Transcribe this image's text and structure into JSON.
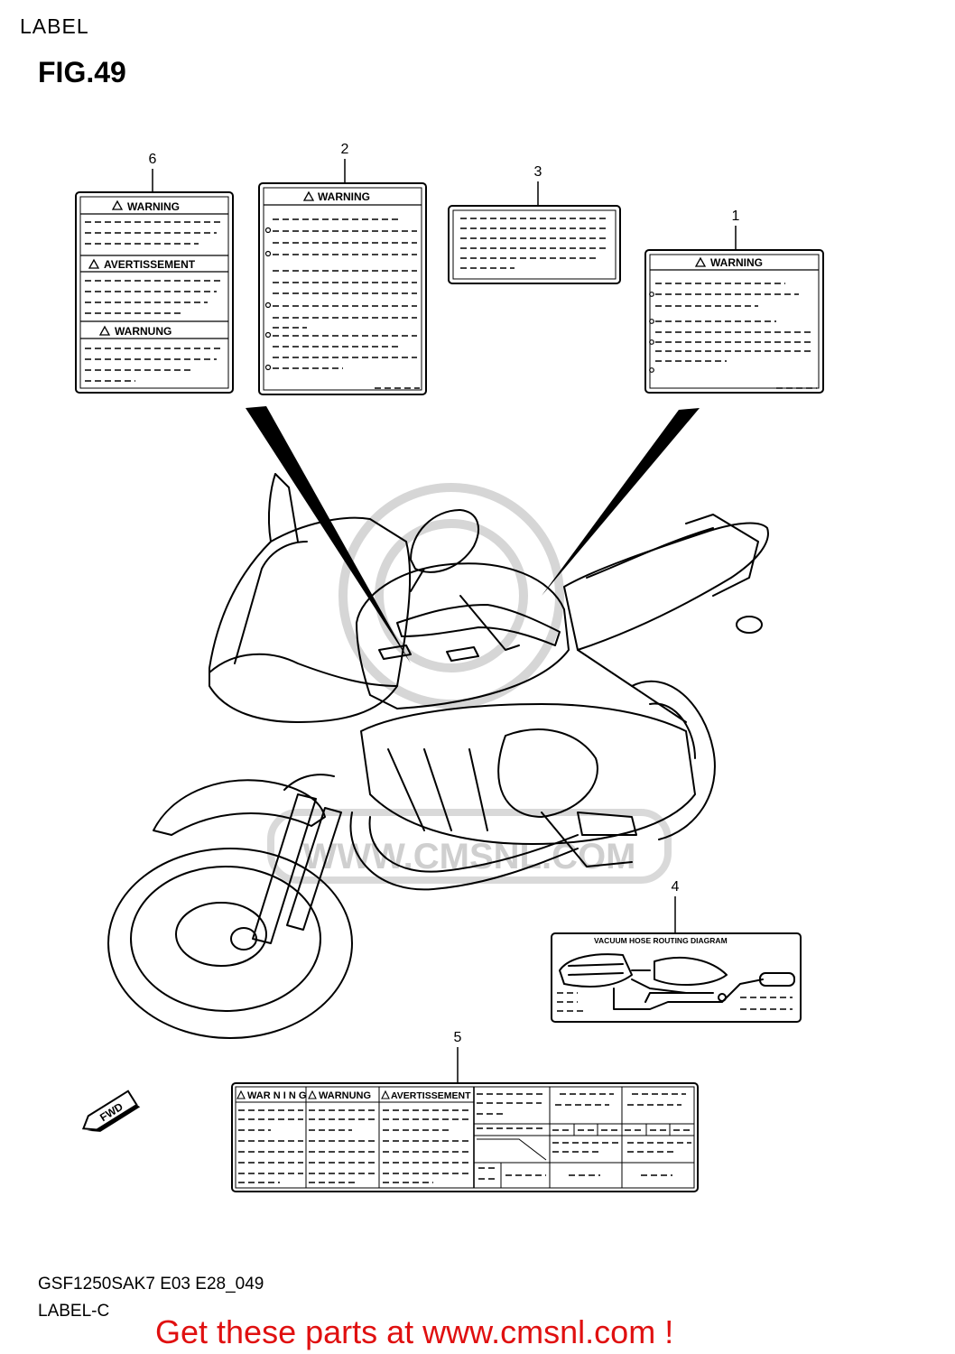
{
  "header": {
    "section": "LABEL",
    "figure": "FIG.49"
  },
  "callouts": [
    "6",
    "2",
    "3",
    "1",
    "4",
    "5"
  ],
  "labels": {
    "l6": {
      "warning_en": "WARNING",
      "warning_fr": "AVERTISSEMENT",
      "warning_de": "WARNUNG"
    },
    "l2": {
      "warning": "WARNING"
    },
    "l1": {
      "warning": "WARNING"
    },
    "l4": {
      "title": "VACUUM HOSE ROUTING DIAGRAM"
    },
    "l5": {
      "warning_en": "WAR N I N G",
      "warning_de": "WARNUNG",
      "warning_fr": "AVERTISSEMENT"
    }
  },
  "watermark": "WWW.CMSNL.COM",
  "direction_arrow": "FWD",
  "footer": {
    "code": "GSF1250SAK7 E03 E28_049",
    "sub": "LABEL-C",
    "promo": "Get these parts at www.cmsnl.com !"
  },
  "icons": [
    "warning-triangle-icon",
    "fwd-arrow-icon",
    "bullet-dot-icon"
  ],
  "colors": {
    "promo": "#e01010",
    "watermark": "#d6d6d6"
  }
}
